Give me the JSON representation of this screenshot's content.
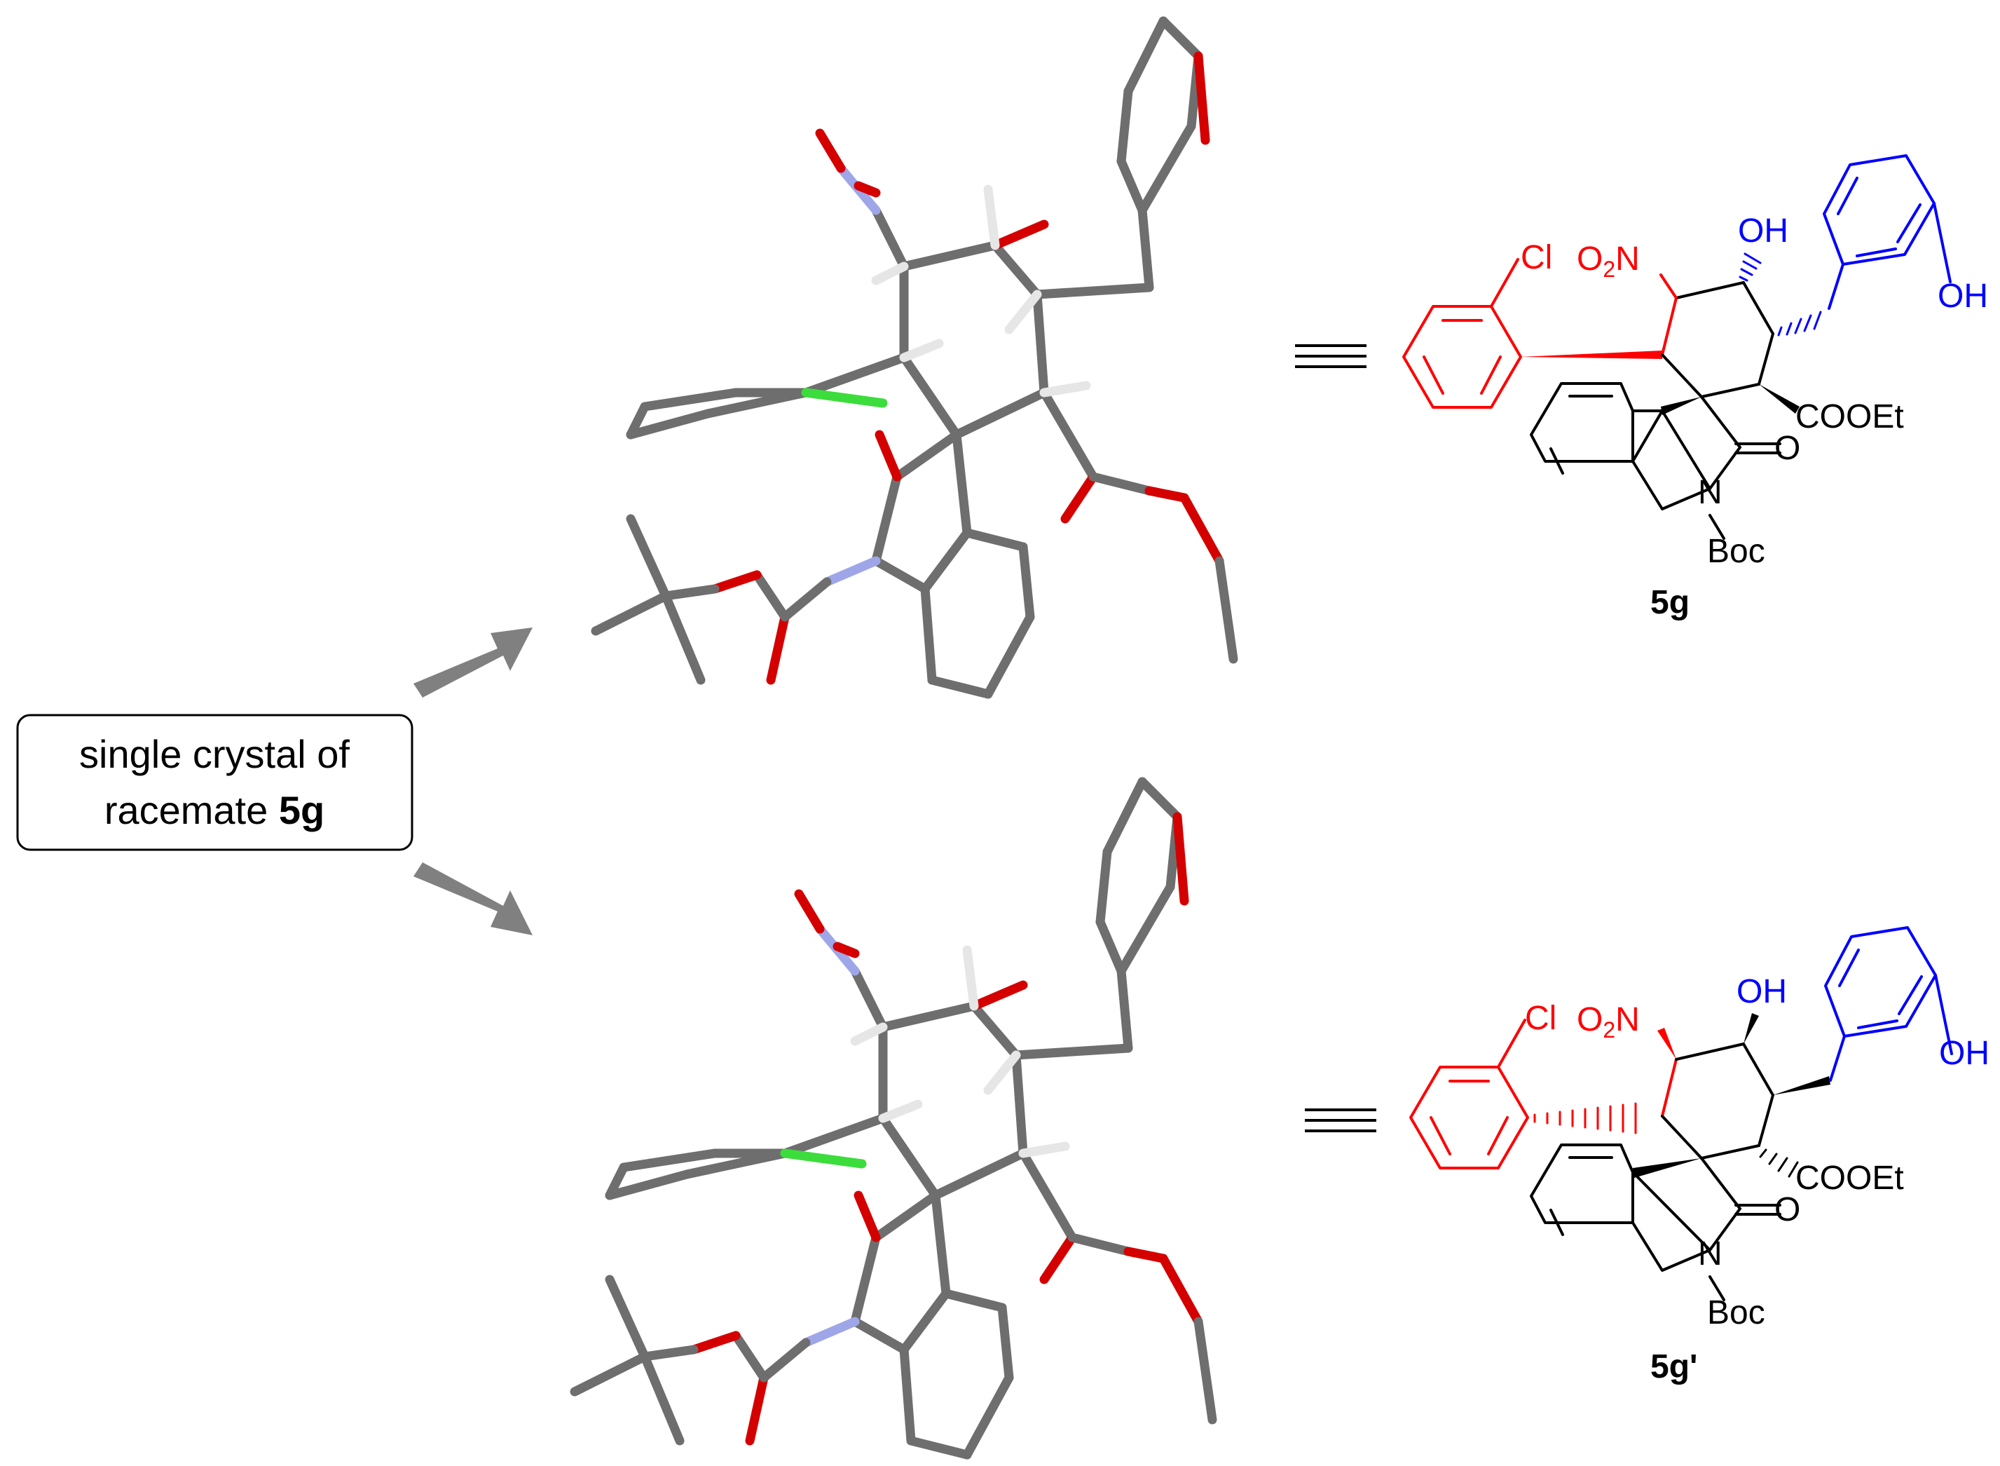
{
  "box": {
    "line1": "single crystal of",
    "line2_prefix": "racemate ",
    "line2_bold": "5g"
  },
  "top": {
    "compound_label": "5g",
    "groups": {
      "cl": "Cl",
      "no2_o": "O",
      "no2_sub": "2",
      "no2_n": "N",
      "oh_ring": "OH",
      "oh_phenol": "OH",
      "cooet": "COOEt",
      "carbonyl_o": "O",
      "n": "N",
      "boc": "Boc"
    }
  },
  "bottom": {
    "compound_label": "5g'",
    "groups": {
      "cl": "Cl",
      "no2_o": "O",
      "no2_sub": "2",
      "no2_n": "N",
      "oh_ring": "OH",
      "oh_phenol": "OH",
      "cooet": "COOEt",
      "carbonyl_o": "O",
      "n": "N",
      "boc": "Boc"
    }
  },
  "colors": {
    "red": "#ff0000",
    "blue": "#0000ff",
    "black": "#000000",
    "stick": "#6e6e6e",
    "oxygen": "#d40000",
    "nitrogen": "#9ea6e8",
    "chlorine": "#3ddc3d",
    "hydrogen": "#e6e6e6",
    "arrow": "#808080"
  }
}
